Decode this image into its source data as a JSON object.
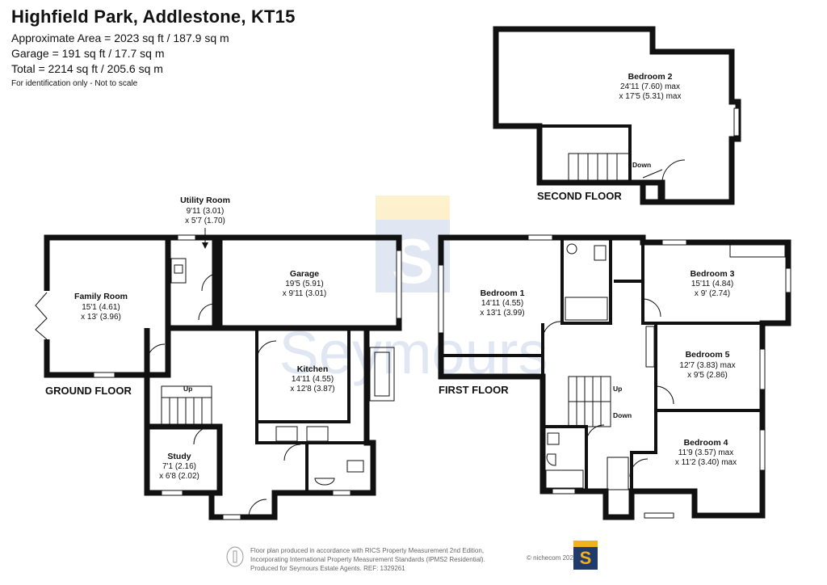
{
  "header": {
    "title": "Highfield Park, Addlestone, KT15",
    "area_line_1": "Approximate Area = 2023 sq ft / 187.9 sq m",
    "area_line_2": "Garage = 191 sq ft / 17.7 sq m",
    "area_line_3": "Total = 2214 sq ft / 205.6 sq m",
    "disclaimer": "For identification only - Not to scale"
  },
  "floors": {
    "ground": "GROUND FLOOR",
    "first": "FIRST FLOOR",
    "second": "SECOND FLOOR"
  },
  "rooms": {
    "family_room": {
      "name": "Family Room",
      "dim1": "15'1 (4.61)",
      "dim2": "x 13' (3.96)"
    },
    "utility_room": {
      "name": "Utility Room",
      "dim1": "9'11 (3.01)",
      "dim2": "x 5'7 (1.70)"
    },
    "garage": {
      "name": "Garage",
      "dim1": "19'5 (5.91)",
      "dim2": "x 9'11 (3.01)"
    },
    "kitchen": {
      "name": "Kitchen",
      "dim1": "14'11 (4.55)",
      "dim2": "x 12'8 (3.87)"
    },
    "study": {
      "name": "Study",
      "dim1": "7'1 (2.16)",
      "dim2": "x 6'8 (2.02)"
    },
    "bedroom_1": {
      "name": "Bedroom 1",
      "dim1": "14'11 (4.55)",
      "dim2": "x 13'1 (3.99)"
    },
    "bedroom_3": {
      "name": "Bedroom 3",
      "dim1": "15'11 (4.84)",
      "dim2": "x 9' (2.74)"
    },
    "bedroom_5": {
      "name": "Bedroom 5",
      "dim1": "12'7 (3.83) max",
      "dim2": "x 9'5 (2.86)"
    },
    "bedroom_4": {
      "name": "Bedroom 4",
      "dim1": "11'9 (3.57) max",
      "dim2": "x 11'2 (3.40) max"
    },
    "bedroom_2": {
      "name": "Bedroom 2",
      "dim1": "24'11 (7.60) max",
      "dim2": "x 17'5 (5.31) max"
    }
  },
  "stairs": {
    "ground_up": "Up",
    "first_up": "Up",
    "first_down": "Down",
    "second_down": "Down"
  },
  "watermark": {
    "text": "Seymours",
    "letter": "S"
  },
  "footer": {
    "line_1": "Floor plan produced in accordance with RICS Property Measurement 2nd Edition,",
    "line_2": "Incorporating International Property Measurement Standards (IPMS2 Residential).",
    "line_3": "Produced for Seymours Estate Agents.   REF: 1329261",
    "credit": "© nichecom 2025.",
    "logo_letter": "S"
  },
  "colors": {
    "walls": "#111111",
    "watermark_blue": "#9fb3d1",
    "watermark_yellow": "#fbe7a4",
    "brand_navy": "#1f3a6b",
    "brand_gold": "#f0b21b"
  }
}
